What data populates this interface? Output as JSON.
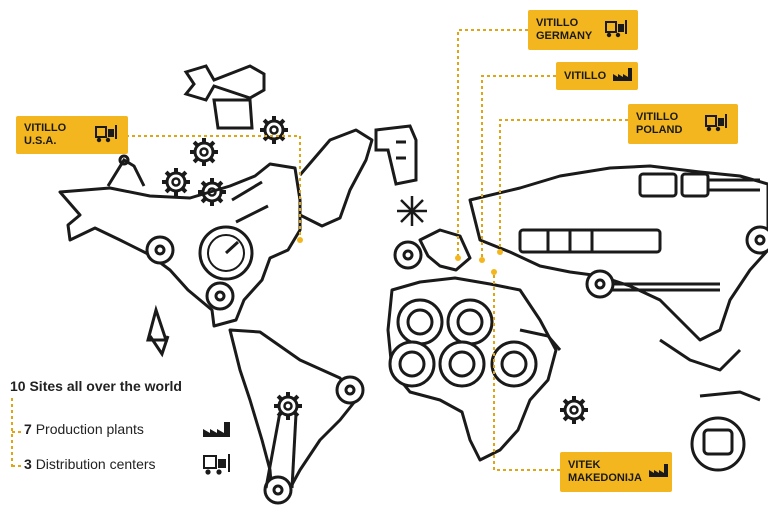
{
  "colors": {
    "accent": "#f3b61f",
    "line": "#1a1a1a",
    "dot": "#f3b61f"
  },
  "tags": {
    "usa": {
      "line1": "VITILLO",
      "line2": "U.S.A.",
      "icon": "forklift-icon"
    },
    "germany": {
      "line1": "VITILLO",
      "line2": "GERMANY",
      "icon": "forklift-icon"
    },
    "vitillo": {
      "line1": "VITILLO",
      "icon": "factory-icon"
    },
    "poland": {
      "line1": "VITILLO",
      "line2": "POLAND",
      "icon": "forklift-icon"
    },
    "makedonija": {
      "line1": "VITEK",
      "line2": "MAKEDONIJA",
      "icon": "factory-icon"
    }
  },
  "legend": {
    "title_num": "10",
    "title_text": "Sites all over the world",
    "production_num": "7",
    "production_text": "Production plants",
    "production_icon": "factory-icon",
    "distribution_num": "3",
    "distribution_text": "Distribution centers",
    "distribution_icon": "forklift-icon"
  }
}
